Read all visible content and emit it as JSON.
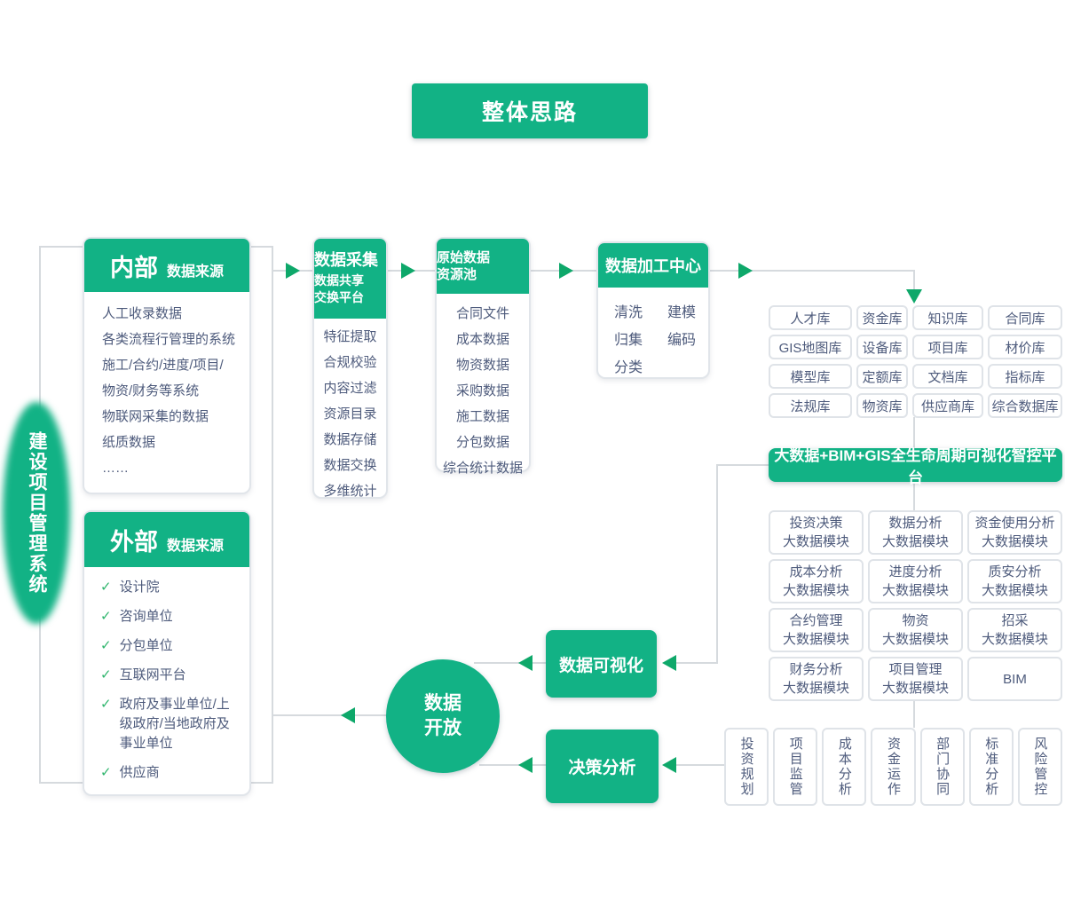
{
  "title": "整体思路",
  "system_label": "建设项目管理系统",
  "colors": {
    "green": "#12B285",
    "arrow_green": "#0EA86A",
    "text": "#4E5B7C",
    "line_gray": "#D6DADE"
  },
  "internal": {
    "title": "内部",
    "subtitle": "数据来源",
    "items": [
      "人工收录数据",
      "各类流程行管理的系统",
      "施工/合约/进度/项目/",
      "物资/财务等系统",
      "物联网采集的数据",
      "纸质数据",
      "……"
    ]
  },
  "external": {
    "title": "外部",
    "subtitle": "数据来源",
    "check_glyph": "✓",
    "items": [
      "设计院",
      "咨询单位",
      "分包单位",
      "互联网平台",
      "政府及事业单位/上级政府/当地政府及事业单位",
      "供应商"
    ]
  },
  "collection": {
    "title": "数据采集",
    "subtitle": "数据共享\n交换平台",
    "items": [
      "特征提取",
      "合规校验",
      "内容过滤",
      "资源目录",
      "数据存储",
      "数据交换",
      "多维统计"
    ]
  },
  "raw_pool": {
    "title": "原始数据\n资源池",
    "items": [
      "合同文件",
      "成本数据",
      "物资数据",
      "采购数据",
      "施工数据",
      "分包数据",
      "综合统计数据"
    ]
  },
  "processing": {
    "title": "数据加工中心",
    "items": [
      "清洗",
      "建模",
      "归集",
      "编码",
      "分类"
    ]
  },
  "libraries": {
    "cells": [
      "人才库",
      "资金库",
      "知识库",
      "合同库",
      "GIS地图库",
      "设备库",
      "项目库",
      "材价库",
      "模型库",
      "定额库",
      "文档库",
      "指标库",
      "法规库",
      "物资库",
      "供应商库",
      "综合数据库"
    ]
  },
  "platform_banner": "大数据+BIM+GIS全生命周期可视化智控平台",
  "modules": {
    "cells": [
      "投资决策\n大数据模块",
      "数据分析\n大数据模块",
      "资金使用分析\n大数据模块",
      "成本分析\n大数据模块",
      "进度分析\n大数据模块",
      "质安分析\n大数据模块",
      "合约管理\n大数据模块",
      "物资\n大数据模块",
      "招采\n大数据模块",
      "财务分析\n大数据模块",
      "项目管理\n大数据模块",
      "BIM"
    ]
  },
  "visualization_label": "数据可视化",
  "decision_label": "决策分析",
  "open_data_label": "数据\n开放",
  "applications": [
    "投资规划",
    "项目监管",
    "成本分析",
    "资金运作",
    "部门协同",
    "标准分析",
    "风险管控"
  ]
}
